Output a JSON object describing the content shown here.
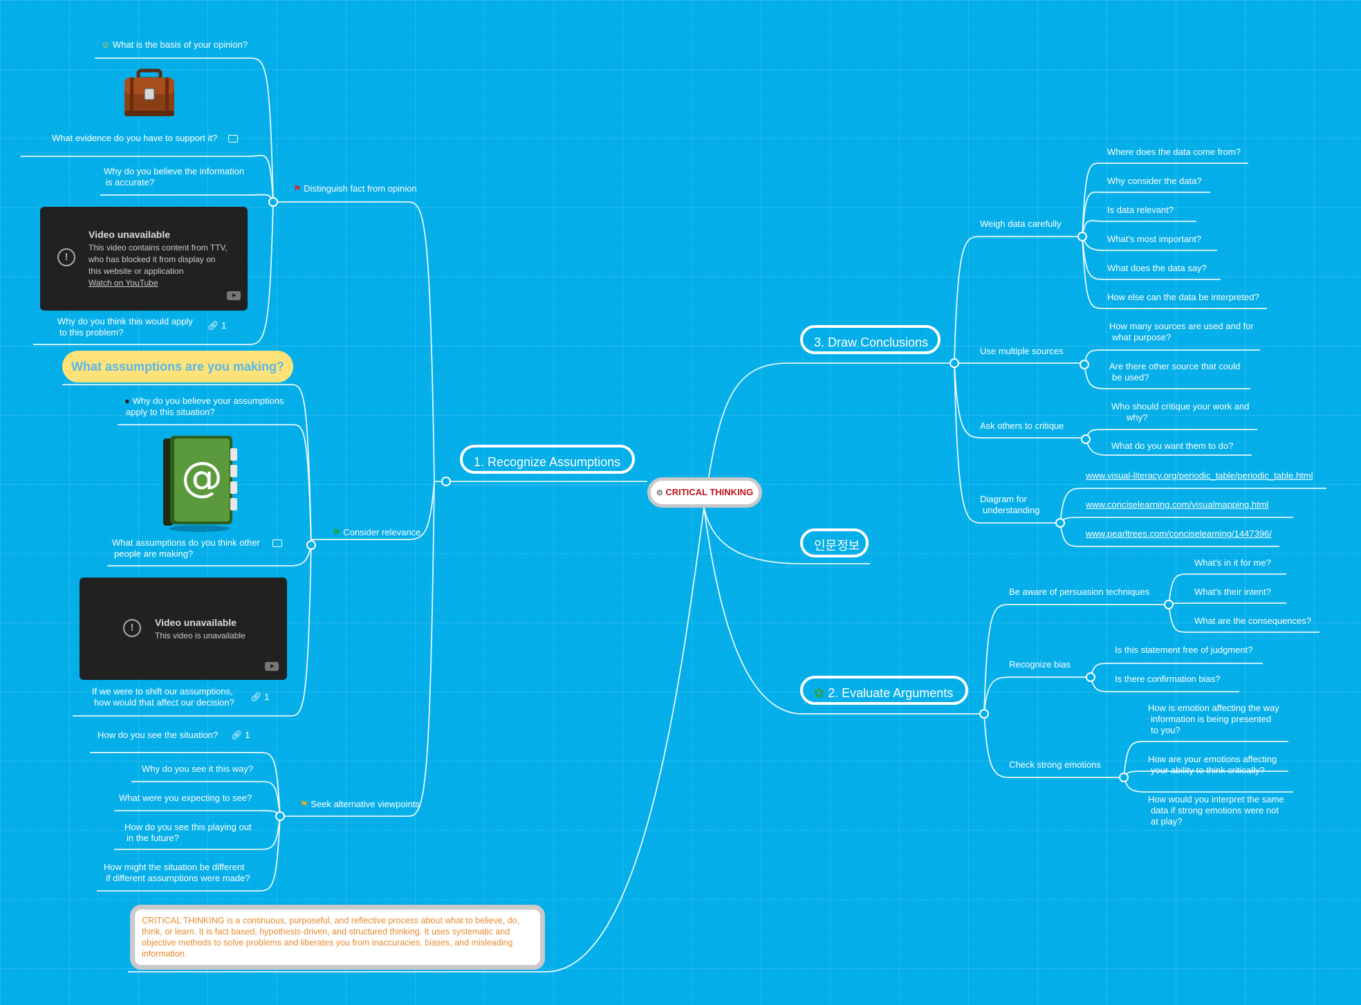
{
  "root": "CRITICAL THINKING",
  "main_topics": {
    "recognize": "1. Recognize Assumptions",
    "evaluate": "2. Evaluate Arguments",
    "draw": "3. Draw Conclusions",
    "korean": "인문정보"
  },
  "recognize": {
    "distinguish": {
      "label": "Distinguish fact from opinion",
      "basis": "What is the basis of your opinion?",
      "evidence": "What evidence do you have to support  it?",
      "accurate": [
        "Why do you believe the information",
        "is accurate?"
      ],
      "video": {
        "title": "Video unavailable",
        "lines": [
          "This video contains content from TTV,",
          "who has blocked it from display on",
          "this website or application"
        ],
        "watch": "Watch on YouTube"
      },
      "apply": [
        "Why do you think this would apply",
        "to this problem?"
      ],
      "apply_links": "1"
    },
    "assumptions_highlight": "What assumptions are you making?",
    "relevance": {
      "label": "Consider relevance",
      "why_believe": [
        "Why do you believe your assumptions",
        "apply to this situation?"
      ],
      "others": [
        "What assumptions do you think other",
        "people are making?"
      ],
      "video": {
        "title": "Video unavailable",
        "text": "This video is unavailable"
      },
      "shift": [
        "If we were to shift our assumptions,",
        "how would that affect our decision?"
      ],
      "shift_links": "1"
    },
    "alternative": {
      "label": "Seek alternative viewpoints",
      "see": "How do you see the situation?",
      "see_links": "1",
      "why_see": "Why do you see it this way?",
      "expecting": "What were you expecting to see?",
      "future": [
        "How do you see this playing out",
        "in the future?"
      ],
      "different": [
        "How might the situation be different",
        "if different assumptions were made?"
      ]
    }
  },
  "draw": {
    "weigh": {
      "label": "Weigh data carefully",
      "items": [
        "Where does the data come from?",
        "Why consider the data?",
        "Is data relevant?",
        "What's most important?",
        "What does the data say?",
        "How else can the data be interpreted?"
      ]
    },
    "multiple": {
      "label": "Use multiple sources",
      "items": [
        [
          "How many sources are used and for",
          "what purpose?"
        ],
        [
          "Are there other source that could",
          "be used?"
        ]
      ]
    },
    "critique": {
      "label": "Ask others to critique",
      "items": [
        [
          "Who should critique your work and",
          "why?"
        ],
        [
          "What do you want them to do?"
        ]
      ]
    },
    "diagram": {
      "label": [
        "Diagram for",
        "understanding"
      ],
      "links": [
        "www.visual-literacy.org/periodic_table/periodic_table.html",
        "www.conciselearning.com/visualmapping.html",
        "www.pearltrees.com/conciselearning/1447396/"
      ]
    }
  },
  "evaluate": {
    "persuasion": {
      "label": "Be aware of persuasion techniques",
      "items": [
        "What's in it for me?",
        "What's their intent?",
        "What are the consequences?"
      ]
    },
    "bias": {
      "label": "Recognize bias",
      "items": [
        "Is this statement free of judgment?",
        "Is there confirmation bias?"
      ]
    },
    "emotions": {
      "label": "Check strong emotions",
      "items": [
        [
          "How is emotion affecting the way",
          "information is being presented",
          "to you?"
        ],
        [
          "How are your emotions affecting",
          "your ability to think critically?"
        ],
        [
          "How would you interpret the same",
          "data if strong emotions were not",
          "at play?"
        ]
      ]
    }
  },
  "note": "CRITICAL THINKING is a continuous, purposeful, and reflective  process about what to believe, do, think, or learn. It is  fact based, hypothesis-driven, and structured thinking. It  uses systematic and objective methods to solve problems and  liberates you from inaccuracies, biases, and misleading information.",
  "colors": {
    "background": "#03aee9",
    "root_text": "#c0141a",
    "highlight_bg": "#fde27a",
    "highlight_text": "#59b7e6",
    "note_text": "#e88a2c"
  }
}
